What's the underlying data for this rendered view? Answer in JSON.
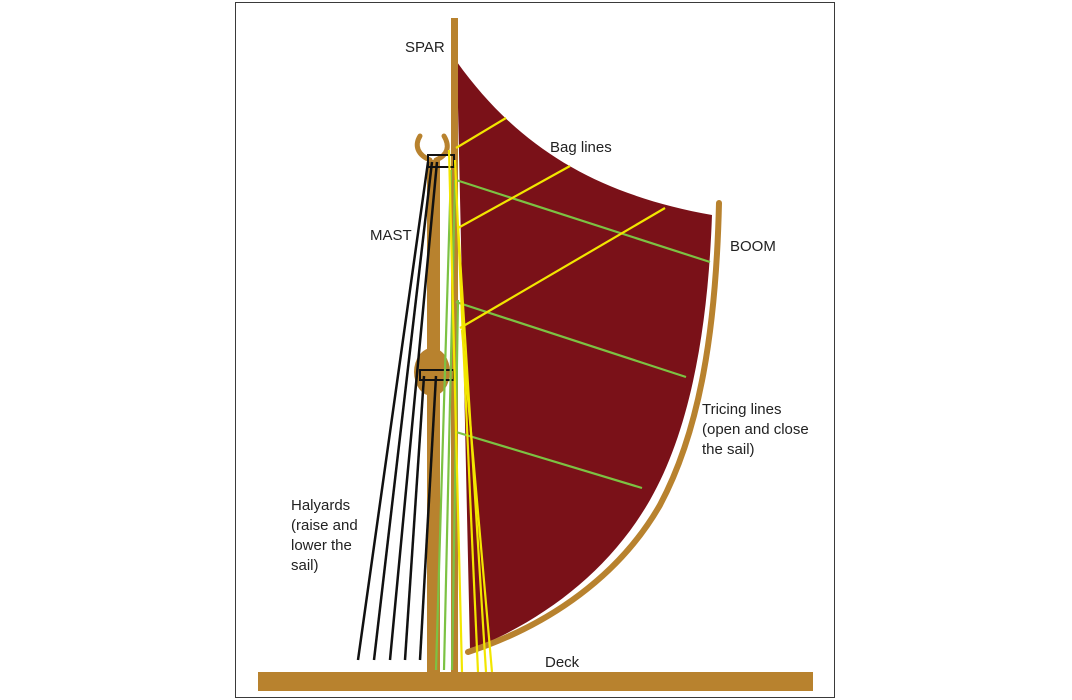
{
  "diagram": {
    "labels": {
      "spar": "SPAR",
      "bag_lines": "Bag lines",
      "mast": "MAST",
      "boom": "BOOM",
      "tricing_lines": [
        "Tricing lines",
        "(open and close",
        "the sail)"
      ],
      "halyards": [
        "Halyards",
        "(raise and",
        "lower the",
        "sail)"
      ],
      "deck": "Deck"
    },
    "colors": {
      "sail": "#7a1118",
      "wood": "#b8822e",
      "bag_lines": "#f2e600",
      "tricing_lines": "#7cc243",
      "halyards": "#111111",
      "text": "#222222"
    }
  }
}
